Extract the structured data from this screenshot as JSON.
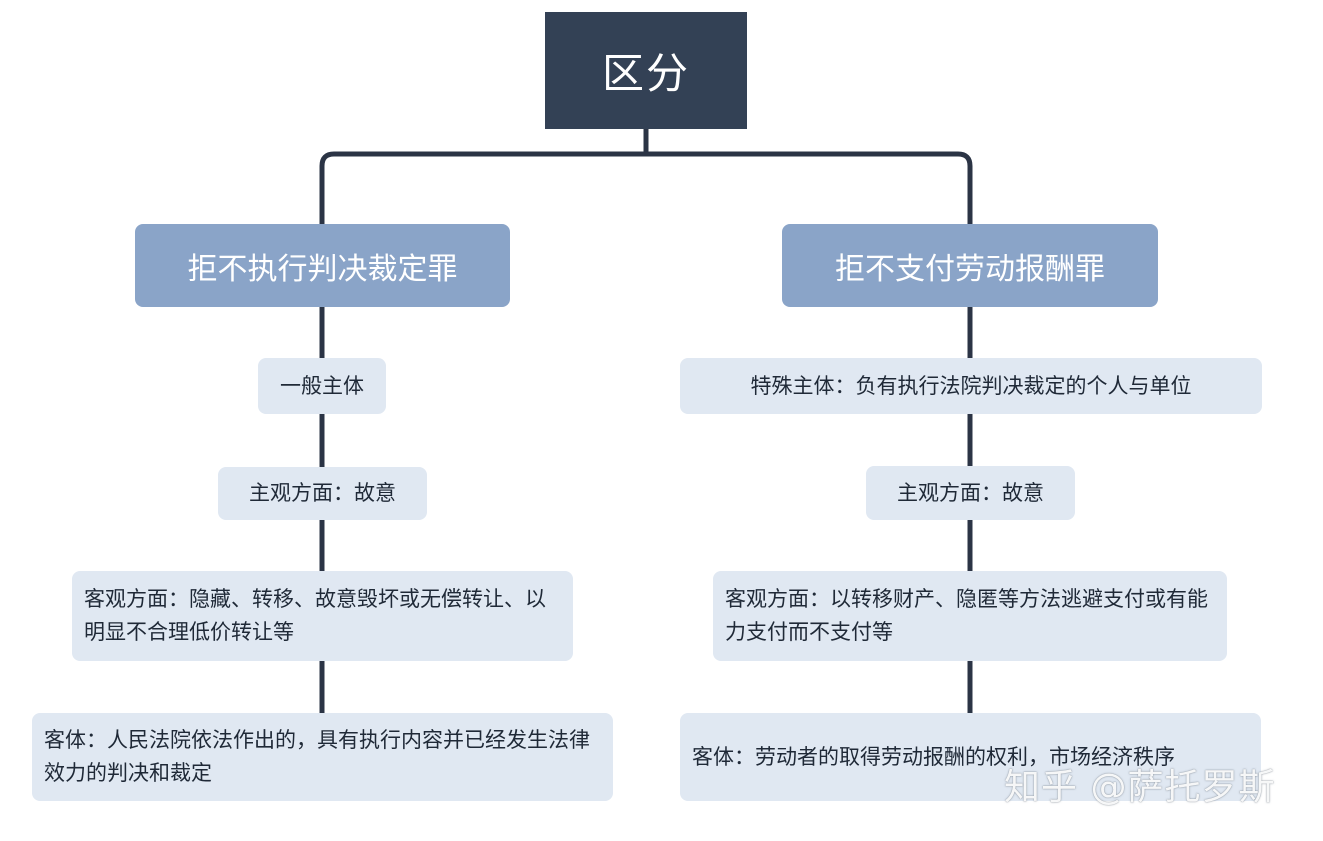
{
  "root": {
    "title": "区分"
  },
  "left": {
    "title": "拒不执行判决裁定罪",
    "subject": "一般主体",
    "subjective": "主观方面：故意",
    "objective": "客观方面：隐藏、转移、故意毁坏或无偿转让、以明显不合理低价转让等",
    "object": "客体：人民法院依法作出的，具有执行内容并已经发生法律效力的判决和裁定"
  },
  "right": {
    "title": "拒不支付劳动报酬罪",
    "subject": "特殊主体：负有执行法院判决裁定的个人与单位",
    "subjective": "主观方面：故意",
    "objective": "客观方面：以转移财产、隐匿等方法逃避支付或有能力支付而不支付等",
    "object": "客体：劳动者的取得劳动报酬的权利，市场经济秩序"
  },
  "watermark": "知乎 @萨托罗斯",
  "colors": {
    "root": "#334155",
    "branch": "#8aa4c8",
    "leaf": "#e0e8f2",
    "connector": "#2b3445"
  }
}
